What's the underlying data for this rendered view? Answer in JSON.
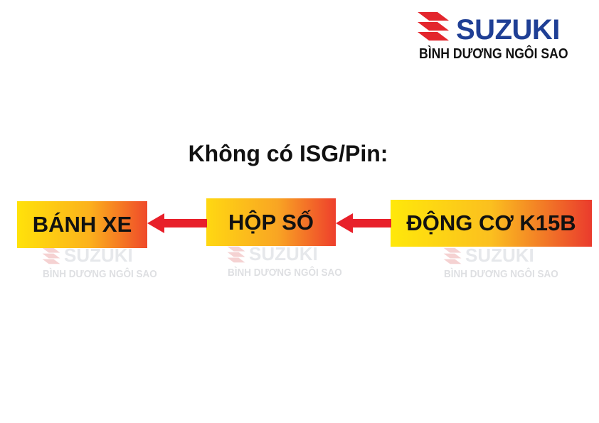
{
  "brand": {
    "name": "SUZUKI",
    "dealer": "BÌNH DƯƠNG NGÔI SAO",
    "colors": {
      "logo_red": "#e3262d",
      "wordmark_blue": "#1f3f95"
    }
  },
  "diagram": {
    "title": "Không có ISG/Pin:",
    "nodes": {
      "wheels": "BÁNH XE",
      "gearbox": "HỘP SỐ",
      "engine": "ĐỘNG CƠ K15B"
    },
    "edges": [
      {
        "from": "engine",
        "to": "gearbox"
      },
      {
        "from": "gearbox",
        "to": "wheels"
      }
    ],
    "colors": {
      "box_start": "#ffe20a",
      "box_end": "#ef4a2a",
      "arrow": "#e8202a"
    }
  },
  "watermark": {
    "name": "SUZUKI",
    "dealer": "BÌNH DƯƠNG NGÔI SAO"
  }
}
